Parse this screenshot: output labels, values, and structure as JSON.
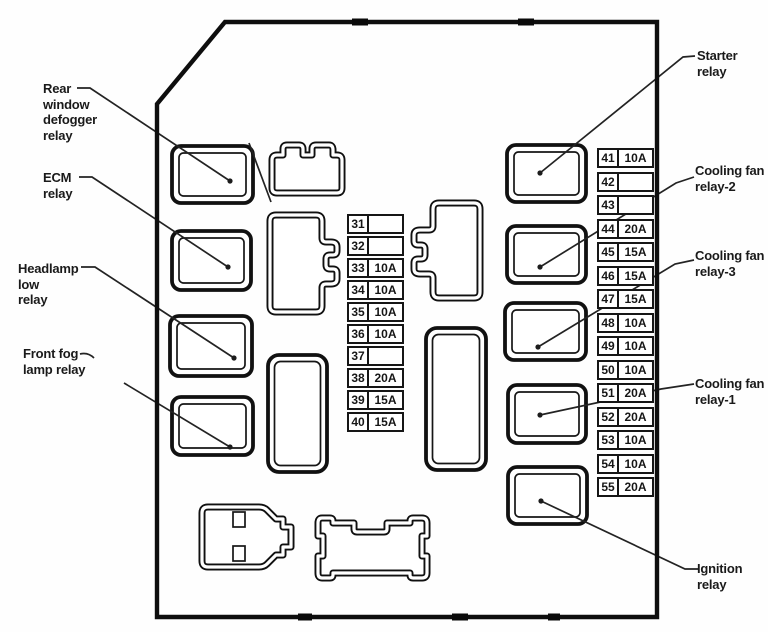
{
  "diagram": {
    "ink_color": "#161616",
    "background": "#fefefe",
    "labels": {
      "rear_defogger": "Rear\nwindow\ndefogger\nrelay",
      "ecm": "ECM\nrelay",
      "headlamp_low": "Headlamp\nlow\nrelay",
      "front_fog": "Front fog\nlamp relay",
      "starter": "Starter\nrelay",
      "cooling_fan_2": "Cooling fan\nrelay-2",
      "cooling_fan_3": "Cooling fan\nrelay-3",
      "cooling_fan_1": "Cooling fan\nrelay-1",
      "ignition": "Ignition\nrelay"
    },
    "fuse_tables": {
      "center": [
        {
          "no": "31",
          "amp": ""
        },
        {
          "no": "32",
          "amp": ""
        },
        {
          "no": "33",
          "amp": "10A"
        },
        {
          "no": "34",
          "amp": "10A"
        },
        {
          "no": "35",
          "amp": "10A"
        },
        {
          "no": "36",
          "amp": "10A"
        },
        {
          "no": "37",
          "amp": ""
        },
        {
          "no": "38",
          "amp": "20A"
        },
        {
          "no": "39",
          "amp": "15A"
        },
        {
          "no": "40",
          "amp": "15A"
        }
      ],
      "right": [
        {
          "no": "41",
          "amp": "10A"
        },
        {
          "no": "42",
          "amp": ""
        },
        {
          "no": "43",
          "amp": ""
        },
        {
          "no": "44",
          "amp": "20A"
        },
        {
          "no": "45",
          "amp": "15A"
        },
        {
          "no": "46",
          "amp": "15A"
        },
        {
          "no": "47",
          "amp": "15A"
        },
        {
          "no": "48",
          "amp": "10A"
        },
        {
          "no": "49",
          "amp": "10A"
        },
        {
          "no": "50",
          "amp": "10A"
        },
        {
          "no": "51",
          "amp": "20A"
        },
        {
          "no": "52",
          "amp": "20A"
        },
        {
          "no": "53",
          "amp": "10A"
        },
        {
          "no": "54",
          "amp": "10A"
        },
        {
          "no": "55",
          "amp": "20A"
        }
      ]
    }
  }
}
